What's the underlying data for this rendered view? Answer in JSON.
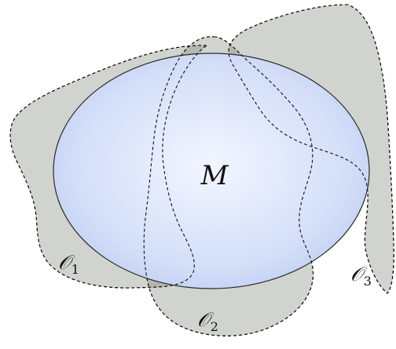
{
  "diagram": {
    "manifold": {
      "label": "M",
      "fill_center": "#f2f6ff",
      "fill_edge": "#b9c8f0",
      "stroke": "#2b2b2b"
    },
    "regions": [
      {
        "symbol": "𝒪",
        "subscript": "1"
      },
      {
        "symbol": "𝒪",
        "subscript": "2"
      },
      {
        "symbol": "𝒪",
        "subscript": "3"
      }
    ],
    "colors": {
      "region_fill": "#7f8678",
      "dashed_stroke": "#111111"
    }
  }
}
